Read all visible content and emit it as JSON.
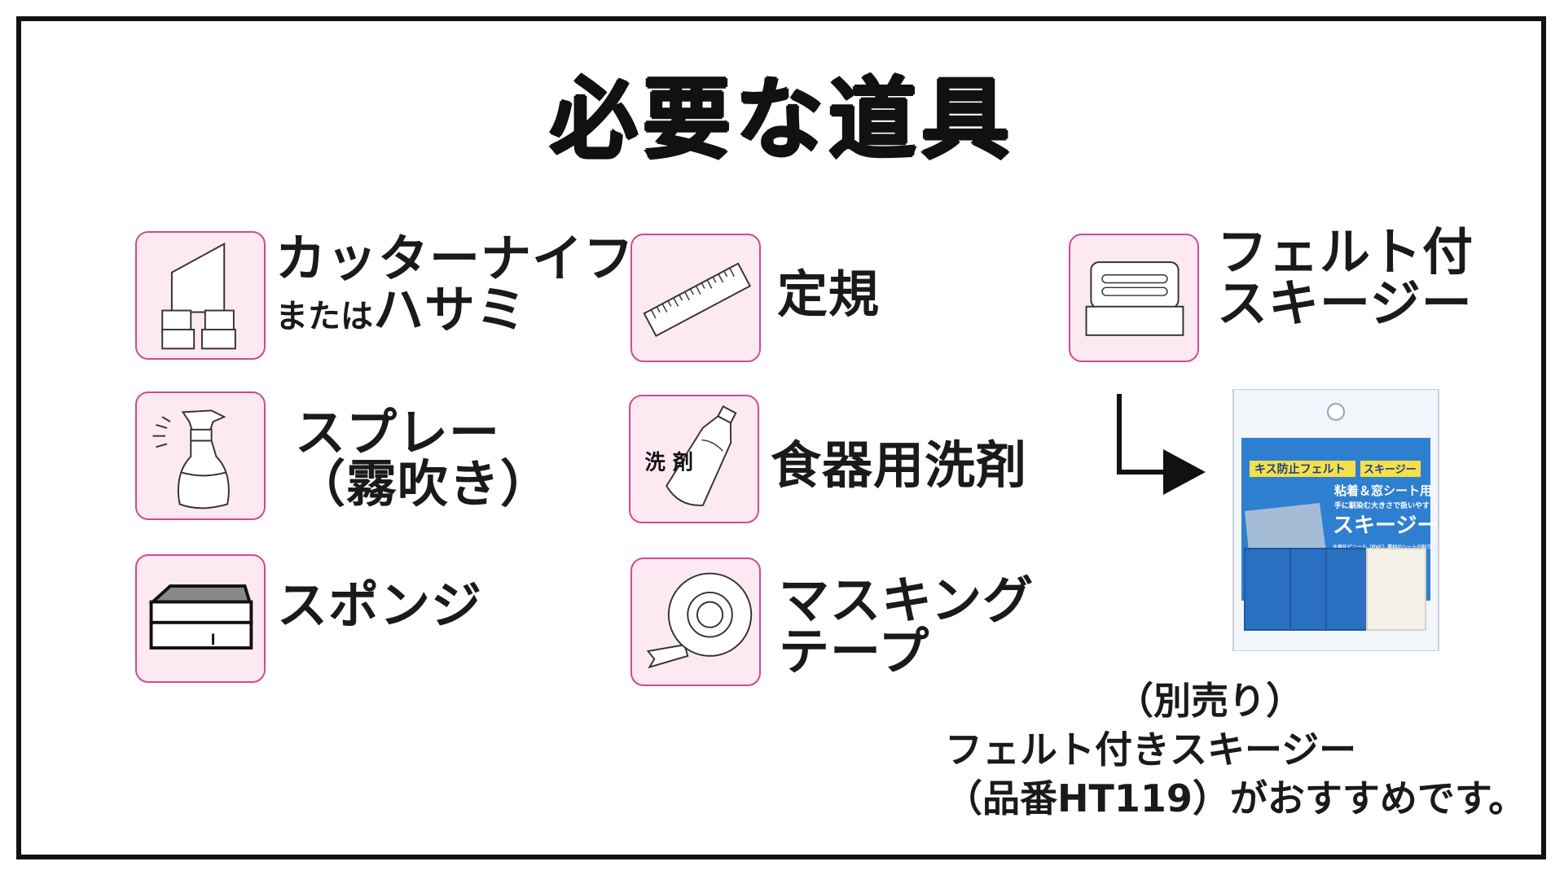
{
  "title": "必要な道具",
  "tools": [
    {
      "lines": [
        "カッターナイフ"
      ],
      "small_prefix": "または",
      "small_suffix": "ハサミ",
      "icon": "cutter-icon"
    },
    {
      "lines": [
        "スプレー",
        "（霧吹き）"
      ],
      "icon": "spray-bottle-icon"
    },
    {
      "lines": [
        "スポンジ"
      ],
      "icon": "sponge-icon"
    },
    {
      "lines": [
        "定規"
      ],
      "icon": "ruler-icon"
    },
    {
      "lines": [
        "食器用洗剤"
      ],
      "icon": "detergent-bottle-icon",
      "icon_text": "洗 剤"
    },
    {
      "lines": [
        "マスキング",
        "テープ"
      ],
      "icon": "masking-tape-icon"
    },
    {
      "lines": [
        "フェルト付",
        "スキージー"
      ],
      "icon": "squeegee-icon"
    }
  ],
  "package": {
    "band_text": "キス防止フェルト",
    "band_tag": "スキージー",
    "subtitle": "粘着＆窓シート用",
    "tagline": "手に馴染む大きさで扱いやすい",
    "big_text": "スキージー",
    "fine_print": "※塩化ビニール（PVC）素材のシートの貼り付けに最適なヘラです"
  },
  "note": {
    "line1": "（別売り）",
    "line2": "フェルト付きスキージー",
    "line3": "（品番HT119）がおすすめです。"
  },
  "colors": {
    "tile_border": "#d04a93",
    "tile_fill": "#fde9f2",
    "package_blue": "#2f7fd1",
    "package_yellow": "#f4e04a"
  }
}
